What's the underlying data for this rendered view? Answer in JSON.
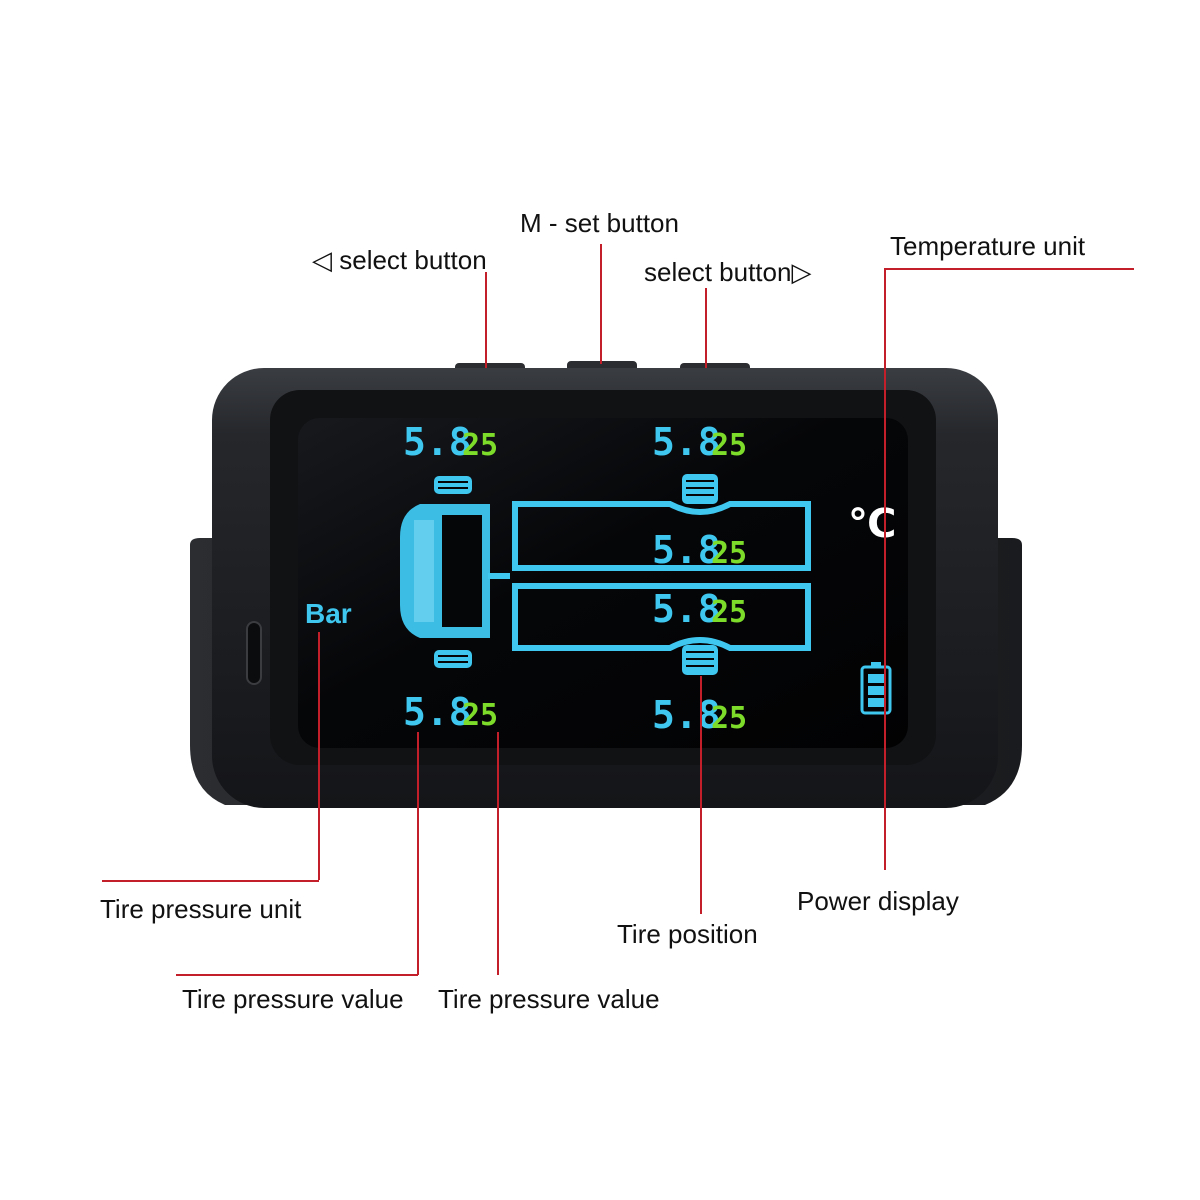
{
  "callouts": {
    "m_set_button": "M - set button",
    "left_select_button": "select button",
    "left_select_glyph": "◁",
    "right_select_button": "select button",
    "right_select_glyph": "▷",
    "temperature_unit": "Temperature unit",
    "tire_pressure_unit": "Tire pressure unit",
    "tire_pressure_value_1": "Tire pressure value",
    "tire_pressure_value_2": "Tire pressure value",
    "tire_position": "Tire position",
    "power_display": "Power display"
  },
  "display": {
    "pressure_unit": "Bar",
    "temperature_unit": "℃",
    "tires": [
      {
        "position": "front-left",
        "pressure": "5.8",
        "temperature": "25"
      },
      {
        "position": "rear-left",
        "pressure": "5.8",
        "temperature": "25"
      },
      {
        "position": "middle-left",
        "pressure": "5.8",
        "temperature": "25"
      },
      {
        "position": "middle-right",
        "pressure": "5.8",
        "temperature": "25"
      },
      {
        "position": "front-right",
        "pressure": "5.8",
        "temperature": "25"
      },
      {
        "position": "rear-right",
        "pressure": "5.8",
        "temperature": "25"
      }
    ],
    "battery_level": 1.0
  },
  "colors": {
    "leader_line": "#c21f2a",
    "pressure_digits": "#3fc7f0",
    "temperature_digits": "#7ddc2a",
    "device_body": "#1d1f22",
    "screen": "#050608"
  },
  "icons": [
    "battery-icon"
  ]
}
